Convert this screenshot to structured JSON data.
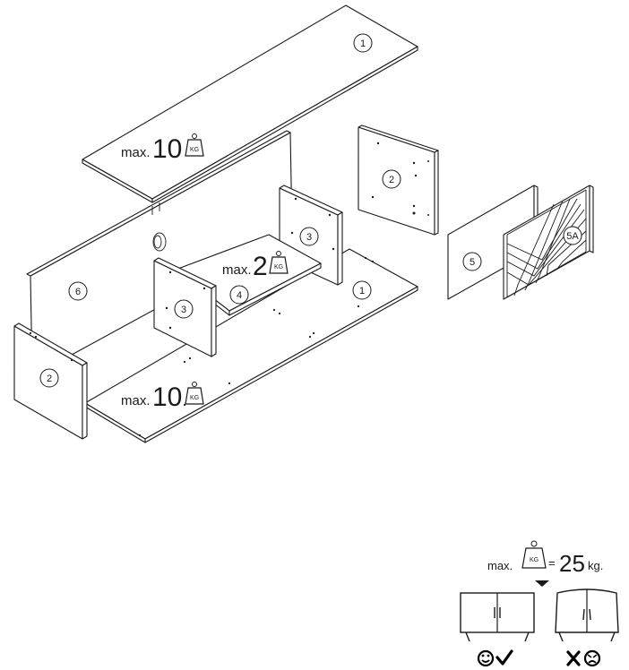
{
  "parts": {
    "top": "1",
    "side_exploded": "2",
    "side_front": "2",
    "divider_back": "3",
    "divider_front": "3",
    "shelf": "4",
    "door": "5",
    "door_front": "5A",
    "back_panel": "6",
    "bottom": "1"
  },
  "loads": {
    "top": {
      "prefix": "max.",
      "value": "10",
      "unit": "KG"
    },
    "shelf": {
      "prefix": "max.",
      "value": "2",
      "unit": "KG"
    },
    "bottom": {
      "prefix": "max.",
      "value": "10",
      "unit": "KG"
    }
  },
  "total_load": {
    "prefix": "max.",
    "unit": "KG",
    "equals": "=",
    "value": "25",
    "suffix": "kg."
  },
  "icons": {
    "weight": "kg-weight-icon",
    "ok": "happy-face-check-icon",
    "bad": "cross-sad-face-icon",
    "arrow": "down-triangle-icon",
    "cabinet_ok": "cabinet-level-icon",
    "cabinet_bad": "cabinet-sagging-icon"
  }
}
